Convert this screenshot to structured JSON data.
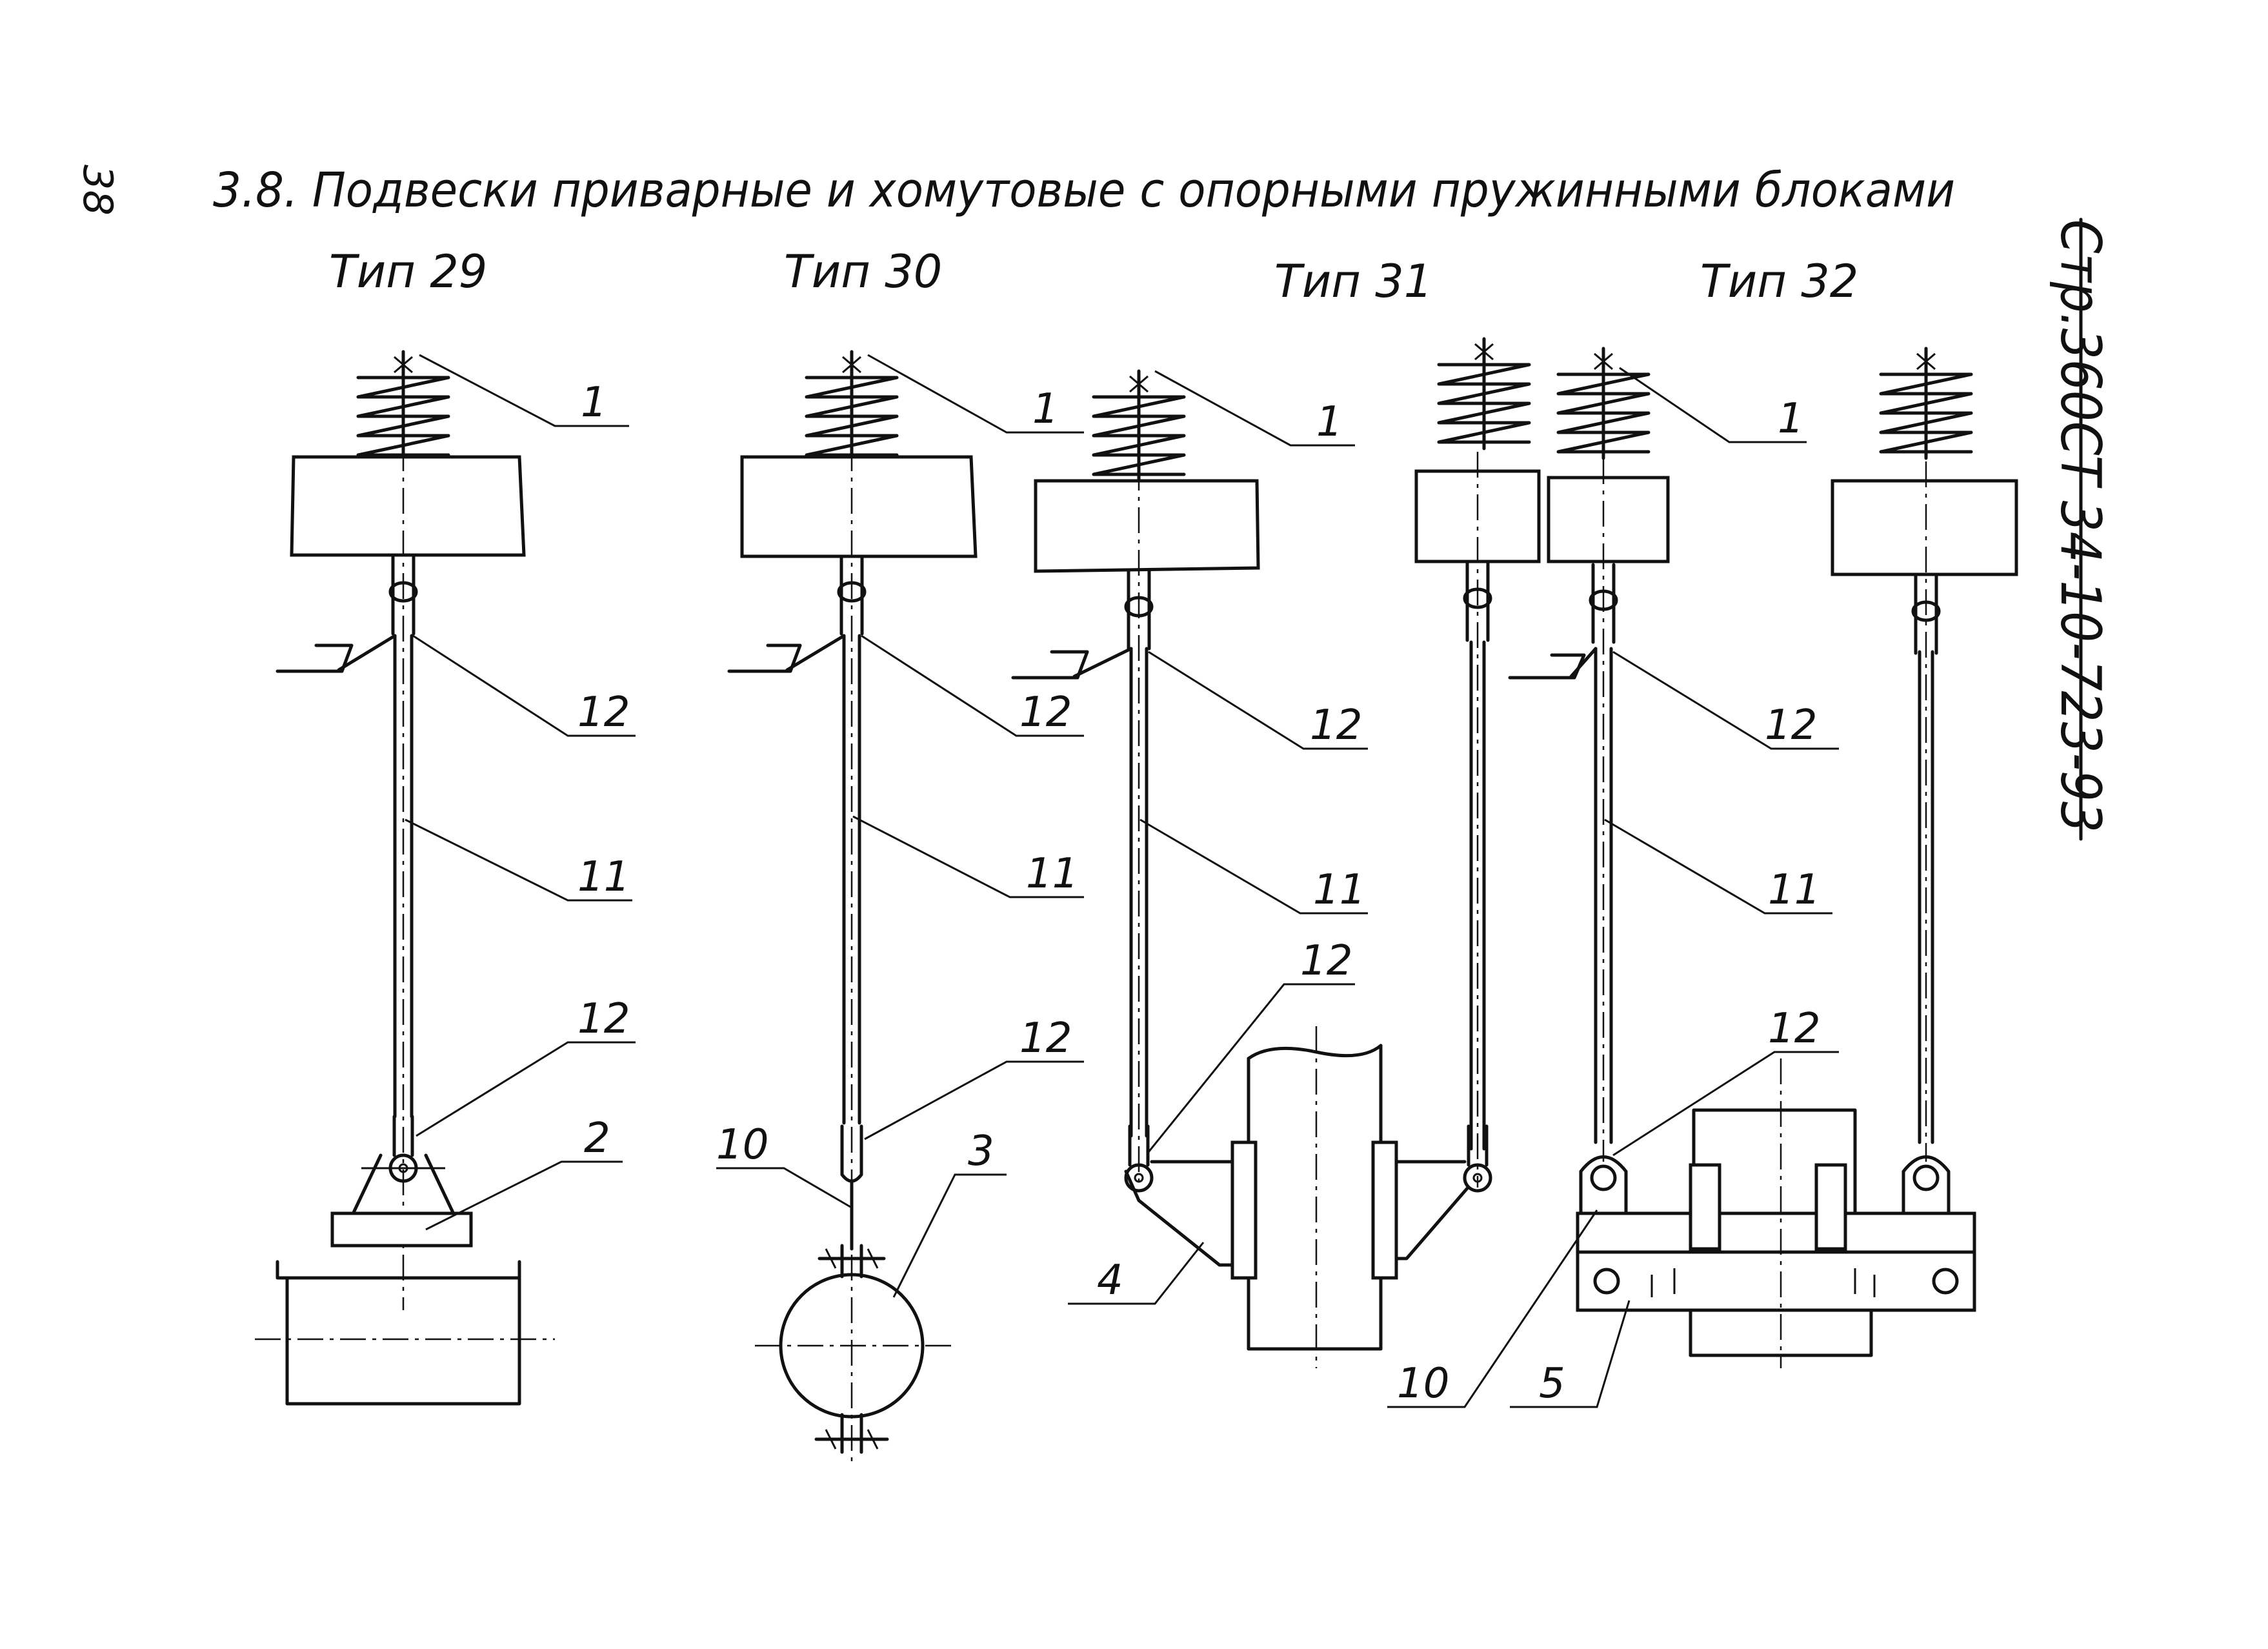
{
  "page": {
    "number": "38",
    "heading": "3.8. Подвески приварные и хомутовые с опорными пружинными блоками",
    "document_code": "Стр.360СТ 34-10-723-93"
  },
  "types": [
    {
      "label": "Тип 29",
      "callouts": [
        "1",
        "12",
        "11",
        "12",
        "2"
      ]
    },
    {
      "label": "Тип 30",
      "callouts": [
        "1",
        "12",
        "11",
        "12",
        "10",
        "3"
      ]
    },
    {
      "label": "Тип 31",
      "callouts": [
        "1",
        "12",
        "11",
        "12",
        "4"
      ]
    },
    {
      "label": "Тип 32",
      "callouts": [
        "1",
        "12",
        "11",
        "12",
        "10",
        "5"
      ]
    }
  ]
}
